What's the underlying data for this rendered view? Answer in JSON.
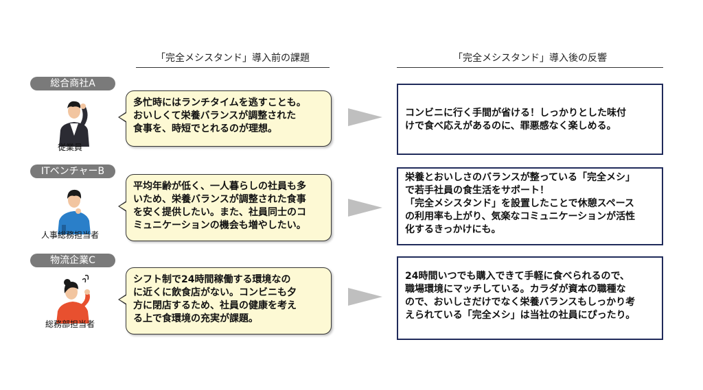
{
  "headers": {
    "before": "「完全メシスタンド」導入前の課題",
    "after": "「完全メシスタンド」導入後の反響"
  },
  "cases": [
    {
      "company": "総合商社A",
      "role": "従業員",
      "before": "多忙時にはランチタイムを逃すことも。\nおいしくて栄養バランスが調整された\n食事を、時短でとれるのが理想。",
      "after": "コンビニに行く手間が省ける！しっかりとした味付\nけで食べ応えがあるのに、罪悪感なく楽しめる。"
    },
    {
      "company": "ITベンチャーB",
      "role": "人事総務担当者",
      "before": "平均年齢が低く、一人暮らしの社員も多\nいため、栄養バランスが調整された食事\nを安く提供したい。また、社員同士のコ\nミュニケーションの機会も増やしたい。",
      "after": "栄養とおいしさのバランスが整っている「完全メシ」\nで若手社員の食生活をサポート！\n「完全メシスタンド」を設置したことで休憩スペース\nの利用率も上がり、気楽なコミュニケーションが活性\n化するきっかけにも。"
    },
    {
      "company": "物流企業C",
      "role": "総務部担当者",
      "before": "シフト制で24時間稼働する環境なの\nに近くに飲食店がない。コンビニも夕\n方に閉店するため、社員の健康を考え\nる上で食環境の充実が課題。",
      "after": "24時間いつでも購入できて手軽に食べられるので、\n職場環境にマッチしている。カラダが資本の職種な\nので、おいしさだけでなく栄養バランスもしっかり考\nえられている「完全メシ」は当社の社員にぴったり。"
    }
  ],
  "colors": {
    "pill": "#7a7a7a",
    "bubble_bg": "#fdf9d4",
    "result_border": "#1f2a5a",
    "arrow": "#bfbfbf"
  }
}
